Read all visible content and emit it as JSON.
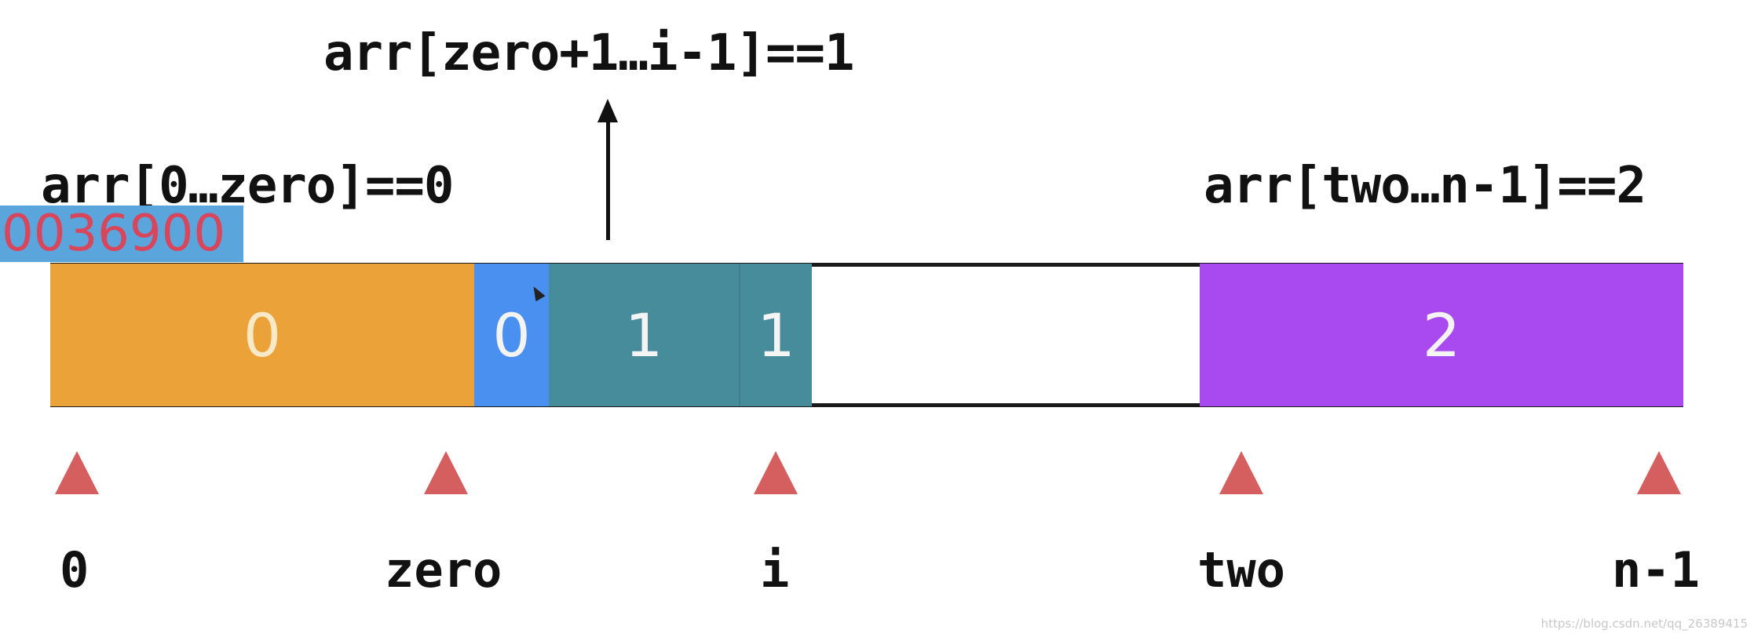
{
  "labels": {
    "middle_range": "arr[zero+1…i-1]==1",
    "left_range": "arr[0…zero]==0",
    "right_range": "arr[two…n-1]==2"
  },
  "overlay_badge": "0036900",
  "segments": [
    {
      "value": "0",
      "color": "#eba238"
    },
    {
      "value": "0",
      "color": "#4a90f0"
    },
    {
      "value": "1",
      "color": "#468c9a"
    },
    {
      "value": "1",
      "color": "#468c9a"
    },
    {
      "value": "",
      "color": "#ffffff"
    },
    {
      "value": "2",
      "color": "#a94af0"
    }
  ],
  "markers": {
    "color": "#d55f5f",
    "labels": [
      "0",
      "zero",
      "i",
      "two",
      "n-1"
    ]
  },
  "watermark": "https://blog.csdn.net/qq_26389415"
}
